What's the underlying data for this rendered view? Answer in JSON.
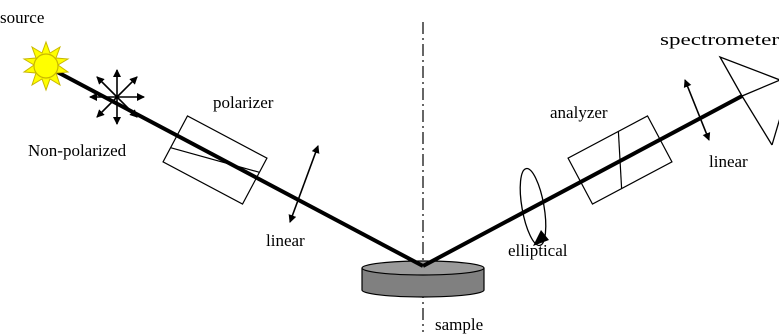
{
  "labels": {
    "source": "source",
    "non_polarized": "Non-polarized",
    "polarizer": "polarizer",
    "linear_incident": "linear",
    "sample": "sample",
    "elliptical": "elliptical",
    "analyzer": "analyzer",
    "linear_reflected": "linear",
    "spectrometer": "spectrometer"
  },
  "colors": {
    "sun_fill": "#ffff00",
    "sun_stroke": "#c9b800",
    "sample_fill": "#808080",
    "beam": "#000000"
  },
  "icons": {
    "source": "sun-icon",
    "non_polarized": "star-arrows-icon"
  }
}
